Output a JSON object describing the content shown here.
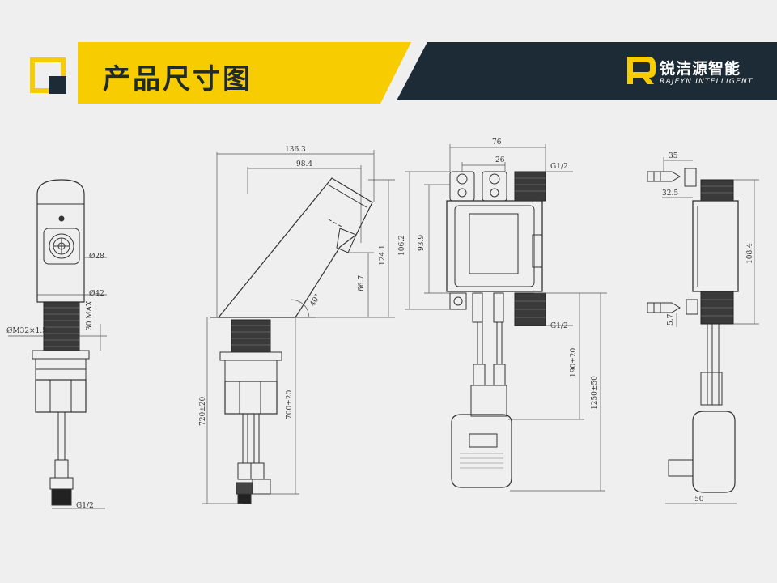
{
  "header": {
    "title": "产品尺寸图",
    "brand_name": "锐洁源智能",
    "brand_sub": "RAJEYN INTELLIGENT",
    "accent_color": "#f7cc00",
    "dark_color": "#1c2b36",
    "logo_icon": "brand-r-logo-icon"
  },
  "dimensions": {
    "front": {
      "d28": "Ø28",
      "d42": "Ø42",
      "thread": "ØM32×1.5",
      "max30": "30 MAX",
      "inlet": "G1/2"
    },
    "side": {
      "w136": "136.3",
      "w98": "98.4",
      "h124": "124.1",
      "h66": "66.7",
      "angle": "40°",
      "h720": "720±20",
      "h700": "700±20"
    },
    "box_front": {
      "w76": "76",
      "w26": "26",
      "g_top": "G1/2",
      "g_bottom": "G1/2",
      "h106": "106.2",
      "h93": "93.9",
      "l190": "190±20",
      "l1250": "1250±50"
    },
    "box_side": {
      "w35": "35",
      "w32": "32.5",
      "h108": "108.4",
      "h5": "5.7",
      "w50": "50"
    }
  }
}
